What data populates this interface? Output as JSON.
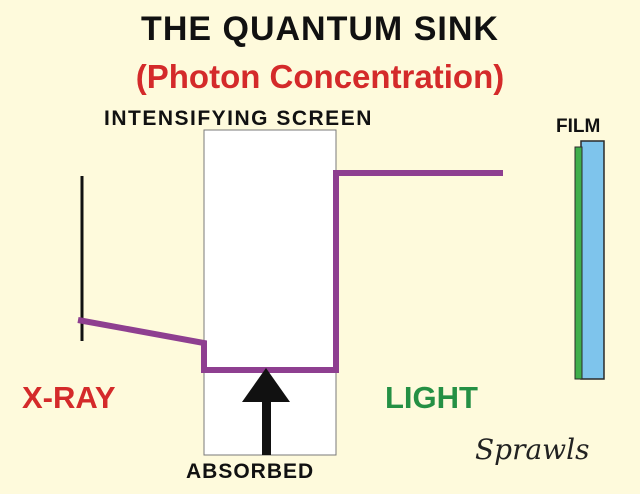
{
  "title": "THE QUANTUM SINK",
  "subtitle": "(Photon Concentration)",
  "labels": {
    "intensifying_screen": "INTENSIFYING SCREEN",
    "film": "FILM",
    "xray": "X-RAY",
    "light": "LIGHT",
    "absorbed": "ABSORBED"
  },
  "signature": "Sprawls",
  "colors": {
    "background": "#fefadc",
    "title": "#111111",
    "subtitle": "#d42a2a",
    "xray": "#d42a2a",
    "light": "#249044",
    "concentration_line": "#8e3f90",
    "film_base": "#7ec4ec",
    "film_emulsion": "#3fae4b",
    "screen": "#ffffff"
  }
}
